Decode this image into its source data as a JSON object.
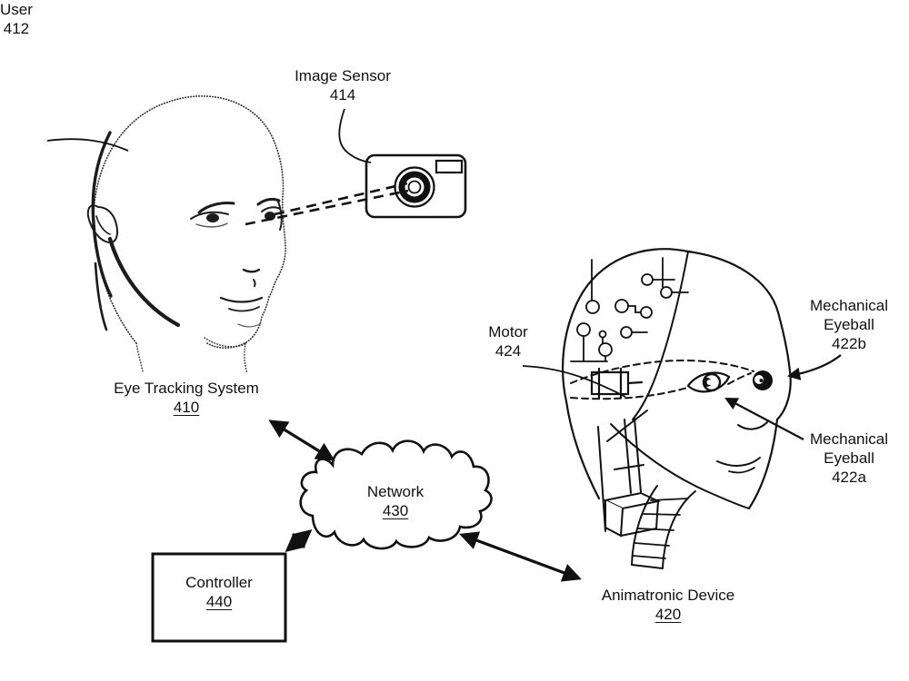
{
  "figure": {
    "background_color": "#ffffff",
    "line_color": "#111111"
  },
  "labels": {
    "user": {
      "name": "User",
      "ref": "412"
    },
    "image_sensor": {
      "name": "Image Sensor",
      "ref": "414"
    },
    "eye_tracking_system": {
      "name": "Eye Tracking System",
      "ref": "410"
    },
    "network": {
      "name": "Network",
      "ref": "430"
    },
    "controller": {
      "name": "Controller",
      "ref": "440"
    },
    "motor": {
      "name": "Motor",
      "ref": "424"
    },
    "mechanical_eyeball_b": {
      "line1": "Mechanical",
      "line2": "Eyeball",
      "ref": "422b"
    },
    "mechanical_eyeball_a": {
      "line1": "Mechanical",
      "line2": "Eyeball",
      "ref": "422a"
    },
    "animatronic_device": {
      "name": "Animatronic Device",
      "ref": "420"
    }
  }
}
